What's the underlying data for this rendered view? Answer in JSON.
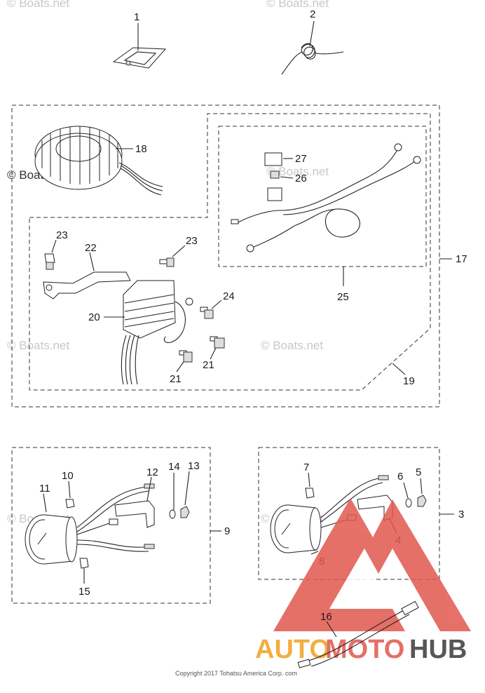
{
  "callouts": {
    "c1": "1",
    "c2": "2",
    "c3": "3",
    "c4": "4",
    "c5": "5",
    "c6": "6",
    "c7": "7",
    "c8": "8",
    "c9": "9",
    "c10": "10",
    "c11": "11",
    "c12": "12",
    "c13": "13",
    "c14": "14",
    "c15": "15",
    "c16": "16",
    "c17": "17",
    "c18": "18",
    "c19": "19",
    "c20": "20",
    "c21a": "21",
    "c21b": "21",
    "c22": "22",
    "c23a": "23",
    "c23b": "23",
    "c24": "24",
    "c25": "25",
    "c26": "26",
    "c27": "27"
  },
  "watermarks": {
    "w1": "© Boats.net",
    "w2": "© Boats.net",
    "w3": "© Boats.net",
    "w4": "© Boats.net",
    "w5": "© Boats.net",
    "w6": "© Boats.net",
    "w7": "© Boats.net",
    "w8": "© Boats.net"
  },
  "copyright": "Copyright 2017 Tohatsu America Corp. com",
  "logo": {
    "auto": "AUTO",
    "moto": "MOTO",
    "hub": "HUB"
  },
  "colors": {
    "logo_red": "#e0584d",
    "logo_orange": "#f0a020",
    "logo_dark": "#3a3a3a"
  }
}
